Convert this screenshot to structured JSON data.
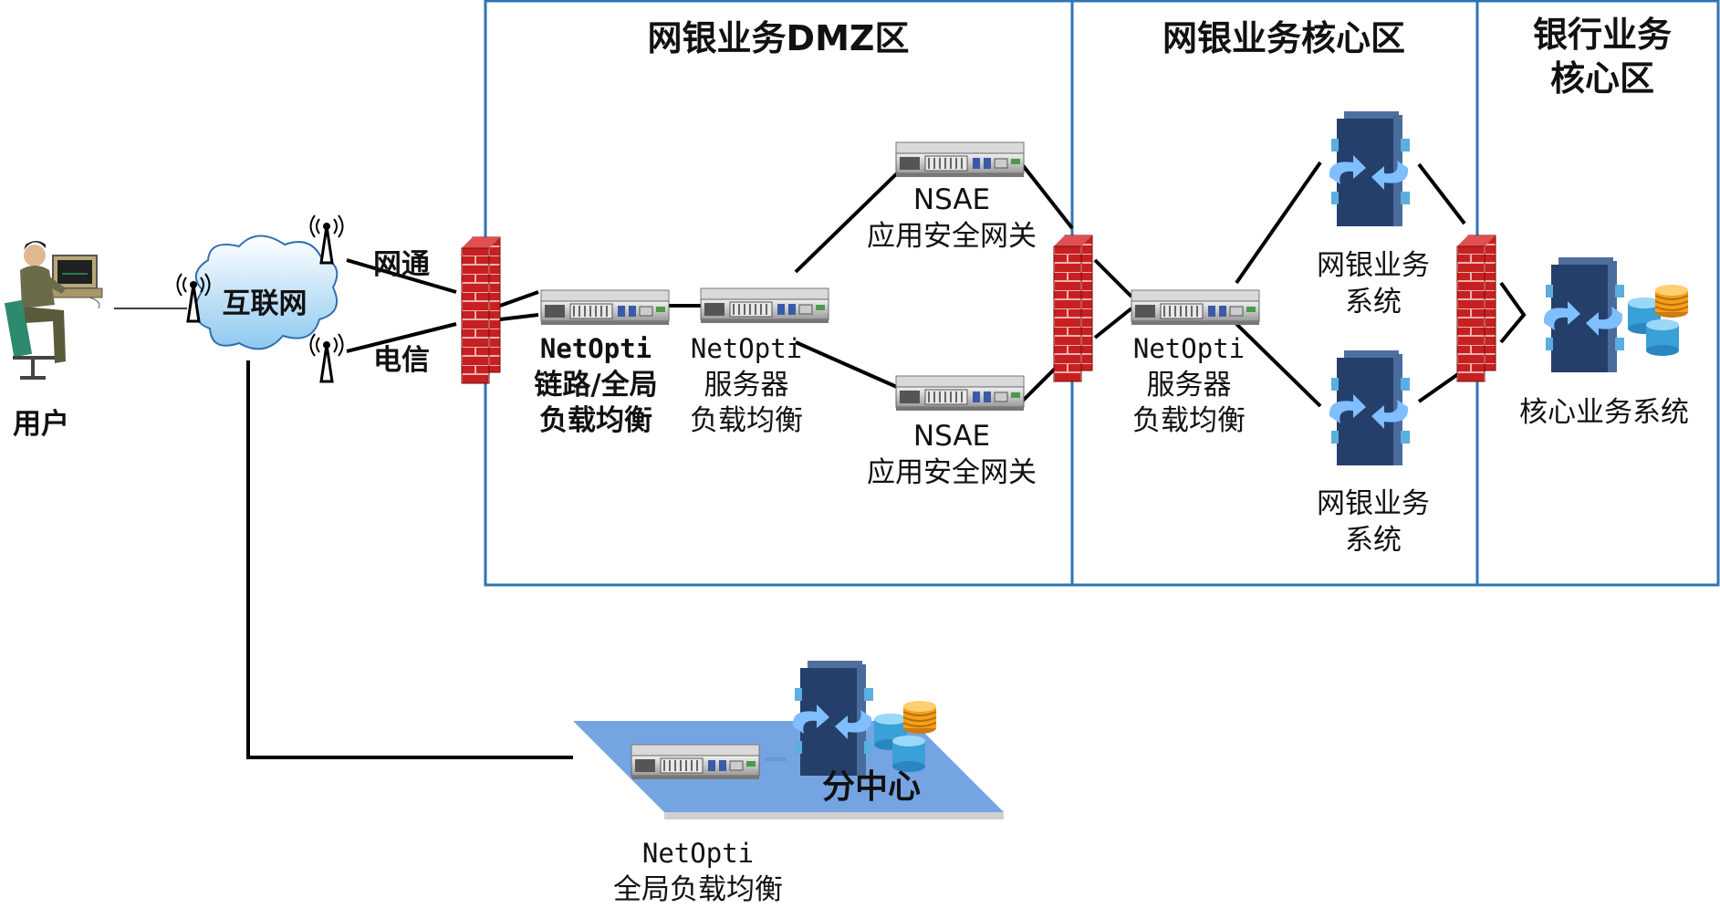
{
  "zones": {
    "dmz": "网银业务DMZ区",
    "core": "网银业务核心区",
    "bank_line1": "银行业务",
    "bank_line2": "核心区"
  },
  "user": {
    "label": "用户"
  },
  "internet": {
    "label": "互联网"
  },
  "isp": {
    "netcom": "网通",
    "telecom": "电信"
  },
  "link_lb": {
    "line1": "NetOpti",
    "line2": "链路/全局",
    "line3": "负载均衡"
  },
  "server_lb_dmz": {
    "line1": "NetOpti",
    "line2": "服务器",
    "line3": "负载均衡"
  },
  "nsae_top": {
    "line1": "NSAE",
    "line2": "应用安全网关"
  },
  "nsae_bottom": {
    "line1": "NSAE",
    "line2": "应用安全网关"
  },
  "server_lb_core": {
    "line1": "NetOpti",
    "line2": "服务器",
    "line3": "负载均衡"
  },
  "ebank_top": {
    "line1": "网银业务",
    "line2": "系统"
  },
  "ebank_bottom": {
    "line1": "网银业务",
    "line2": "系统"
  },
  "core_system": {
    "label": "核心业务系统"
  },
  "branch": {
    "label": "分中心"
  },
  "global_lb": {
    "line1": "NetOpti",
    "line2": "全局负载均衡"
  },
  "colors": {
    "zone_border": "#2e75b6",
    "firewall": "#c00000",
    "server": "#2f4f7f",
    "arrow": "#7fbfff",
    "db": "#3aa0d8",
    "db_gold": "#f0a020",
    "platform": "#6e9fe0"
  }
}
